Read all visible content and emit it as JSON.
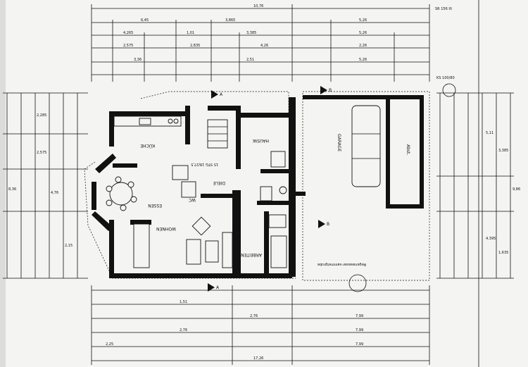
{
  "rooms": {
    "kitchen": "KÜCHE",
    "living": "WOHNEN",
    "dining": "ESSEN",
    "hall": "DIELE",
    "utility": "HAUSW.",
    "garage": "GARAGE",
    "study": "ARBEITEN",
    "wc": "WC",
    "shed": "Abst.",
    "stairs": "15 STG 18/27,5"
  },
  "labels": {
    "section_a_top": "A",
    "section_a_bottom": "A",
    "section_b_top": "B",
    "section_b_bottom": "B",
    "rain_tank": "Regenwasser-sammelgrube",
    "north": "KS 100/80",
    "sheet_ref": "SR 156 III"
  },
  "dims": {
    "top_row1": "10,76",
    "top_row2": [
      "6,45",
      "3,865",
      "5,26"
    ],
    "top_row3": [
      "4,265",
      "1,01",
      "3,385",
      "5,26"
    ],
    "top_row4": [
      "2,575",
      "2,835",
      "4,26",
      "2,26"
    ],
    "top_row5": [
      "3,36",
      "2,51",
      "5,26"
    ],
    "bottom_row1": [
      "1,51",
      "2,76",
      "7,99"
    ],
    "bottom_row2": [
      "2,76",
      "7,99"
    ],
    "bottom_row3": [
      "2,25",
      "7,99"
    ],
    "bottom_total": "17,26",
    "left_total": "8,36",
    "left_parts": [
      "2,285",
      "2,575",
      "4,76",
      "2,15"
    ],
    "right_total": "9,86",
    "right_parts": [
      "5,11",
      "4,395",
      "3,385",
      "1,635"
    ]
  }
}
